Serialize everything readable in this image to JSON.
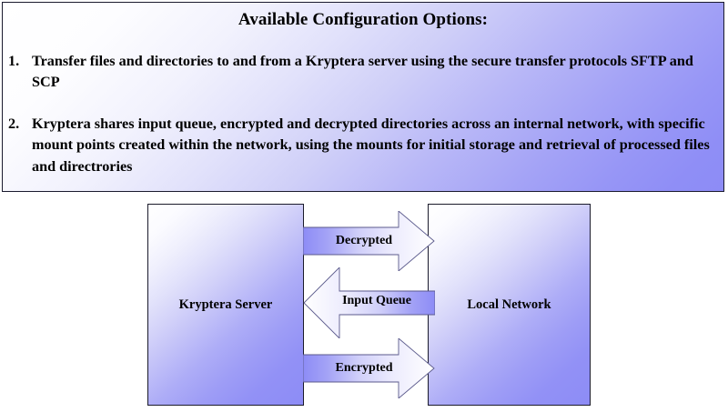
{
  "header": {
    "title": "Available Configuration Options:",
    "options": [
      {
        "number": "1.",
        "text": "Transfer files and directories to and from a Kryptera server using the secure transfer protocols SFTP and SCP"
      },
      {
        "number": "2.",
        "text": "Kryptera shares input queue, encrypted and decrypted directories across an internal network, with specific mount points created within the network, using the mounts for initial storage and retrieval of processed files and directrories"
      }
    ]
  },
  "diagram": {
    "nodes": [
      {
        "id": "kryptera-server",
        "label": "Kryptera Server"
      },
      {
        "id": "local-network",
        "label": "Local Network"
      }
    ],
    "flows": [
      {
        "id": "decrypted",
        "label": "Decrypted",
        "direction": "right"
      },
      {
        "id": "input-queue",
        "label": "Input Queue",
        "direction": "left"
      },
      {
        "id": "encrypted",
        "label": "Encrypted",
        "direction": "right"
      }
    ]
  },
  "colors": {
    "accent_purple": "#8d8cf6",
    "panel_white": "#ffffff",
    "border_dark": "#1b1b2b",
    "text_black": "#000000",
    "page_background": "#ffffff"
  }
}
